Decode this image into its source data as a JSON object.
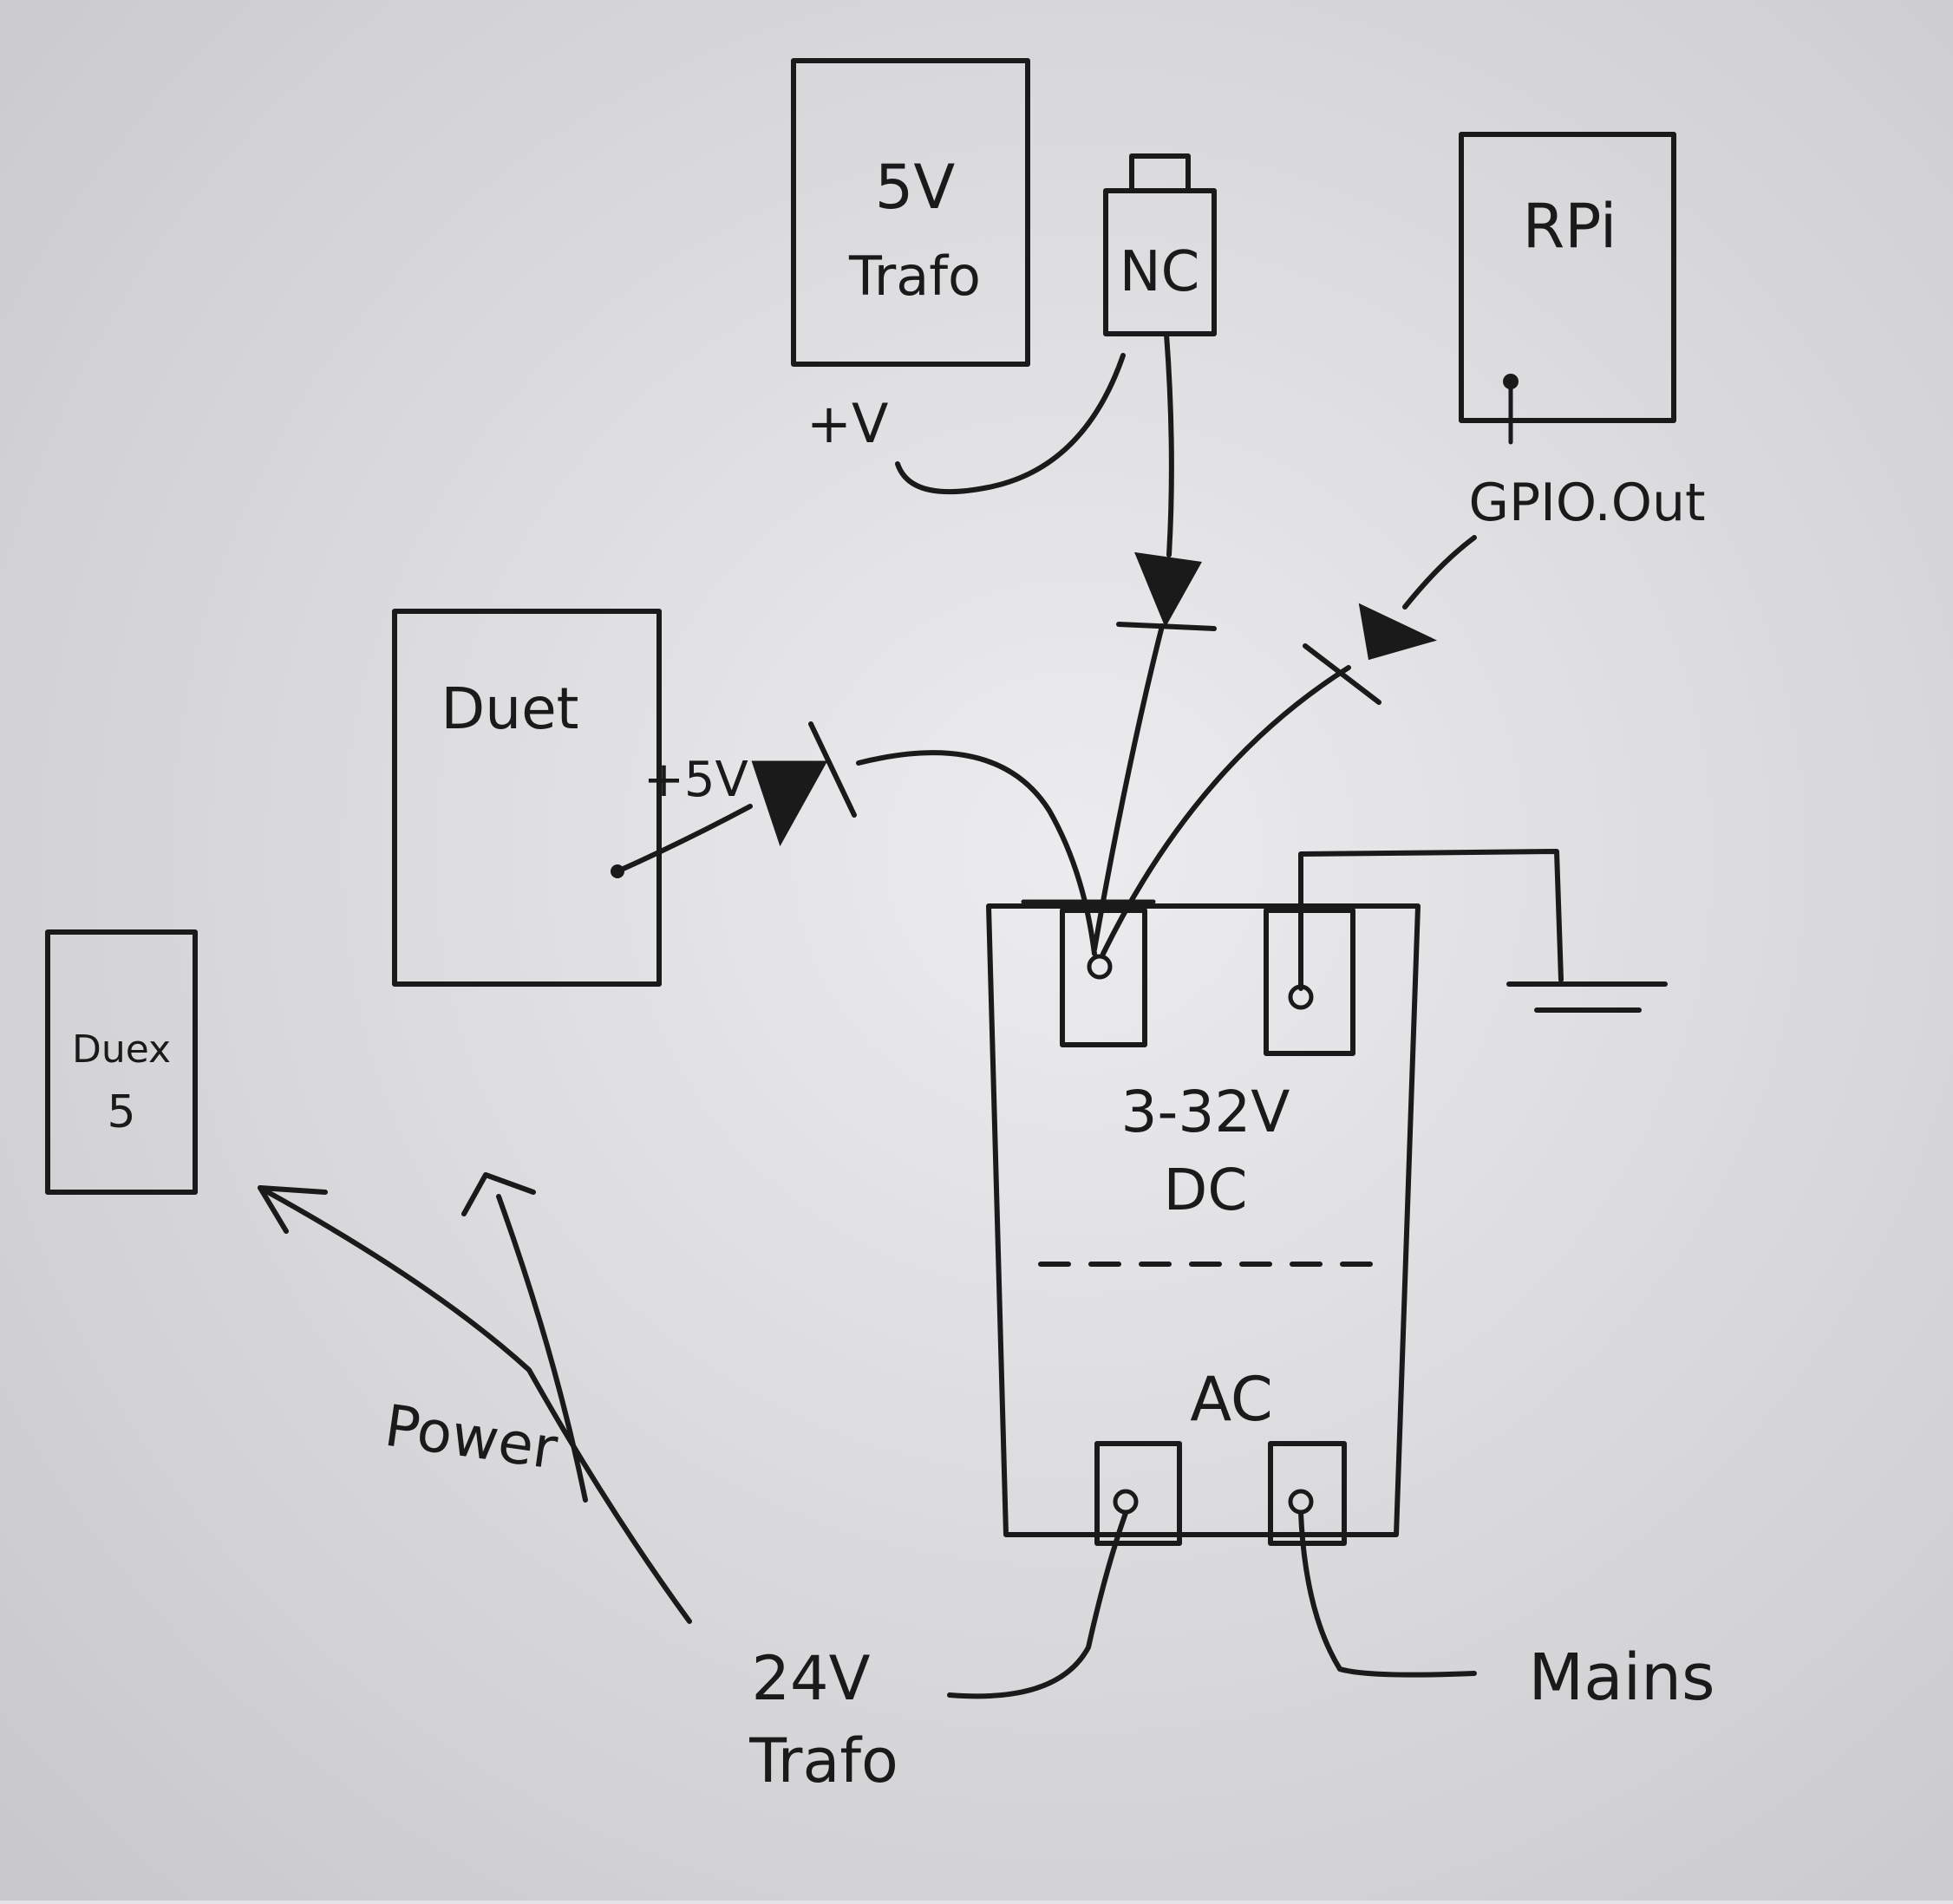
{
  "components": {
    "trafo5v": {
      "line1": "5V",
      "line2": "Trafo",
      "terminal": "+V"
    },
    "nc": {
      "label": "NC"
    },
    "rpi": {
      "label": "RPi",
      "pin": "GPIO.Out"
    },
    "duet": {
      "label": "Duet",
      "pin": "+5V"
    },
    "duex": {
      "line1": "Duex",
      "line2": "5"
    },
    "ssr": {
      "dc_line1": "3-32V",
      "dc_line2": "DC",
      "ac": "AC"
    }
  },
  "labels": {
    "power": "Power",
    "trafo24v_line1": "24V",
    "trafo24v_line2": "Trafo",
    "mains": "Mains"
  },
  "colors": {
    "ink": "#1a1a1a",
    "paper": "#e4e4e6"
  }
}
